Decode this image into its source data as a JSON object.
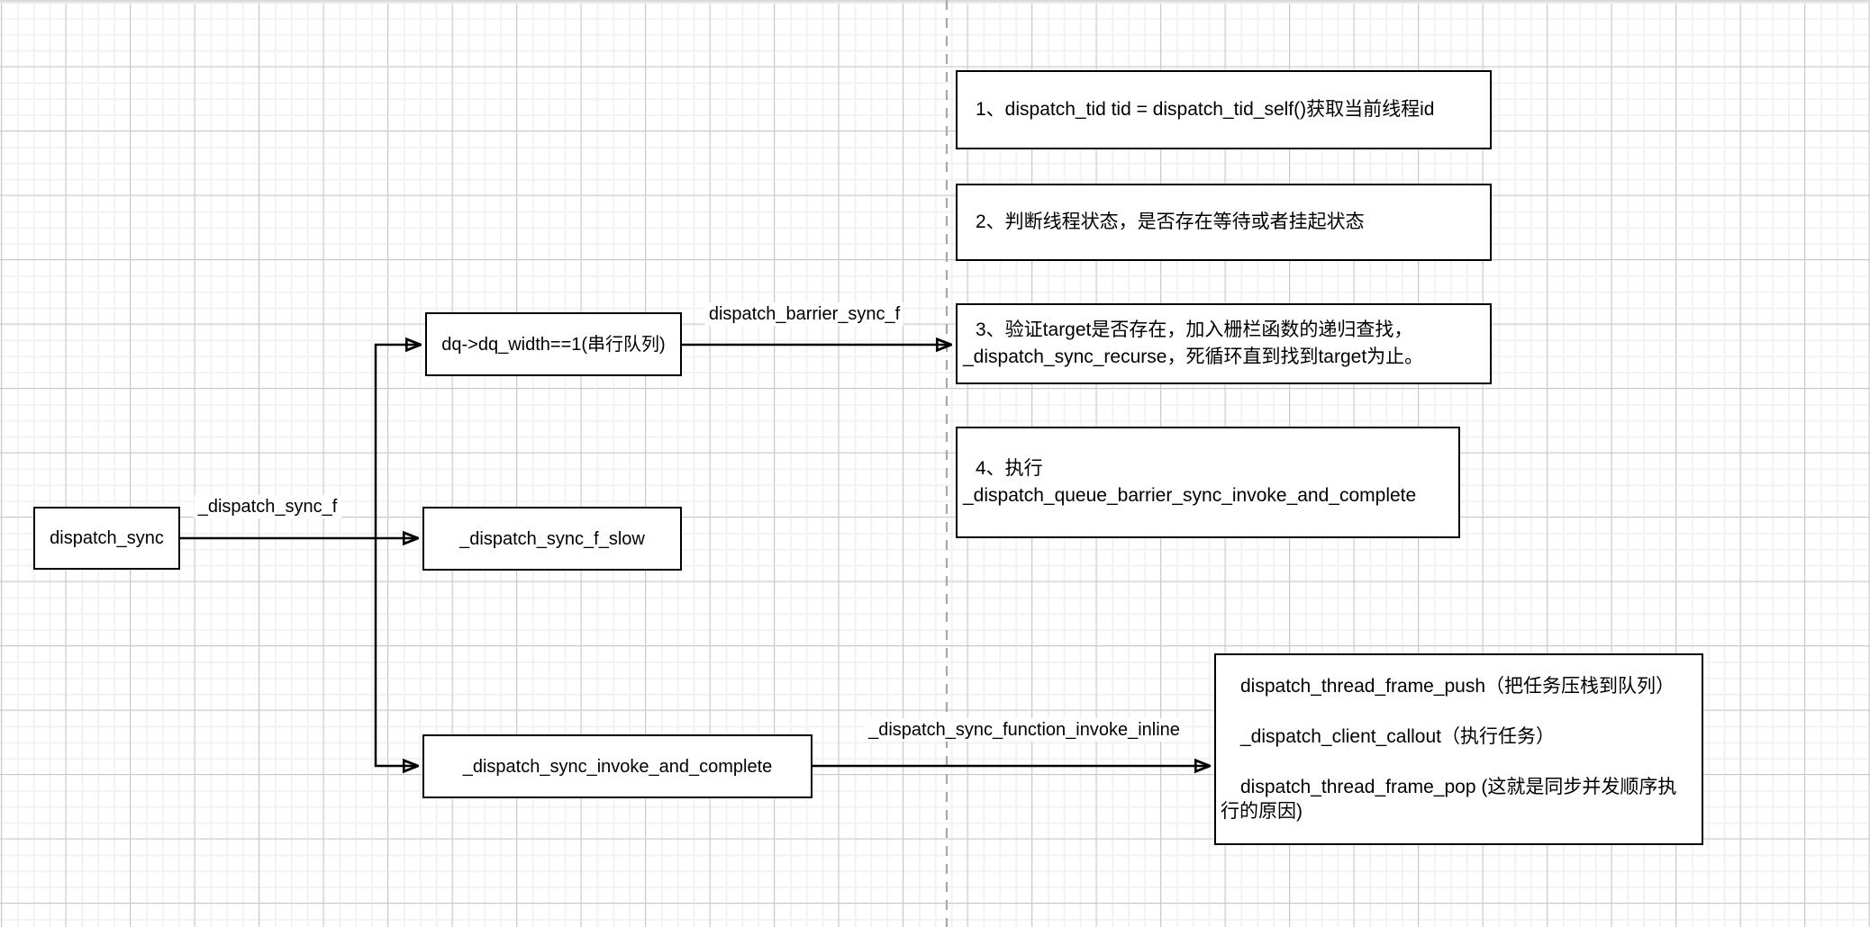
{
  "diagram": {
    "nodes": {
      "dispatch_sync": "dispatch_sync",
      "dq_width": "dq->dq_width==1(串行队列)",
      "sync_f_slow": "_dispatch_sync_f_slow",
      "invoke_and_complete": "_dispatch_sync_invoke_and_complete"
    },
    "edge_labels": {
      "sync_f": "_dispatch_sync_f",
      "barrier_sync_f": "dispatch_barrier_sync_f",
      "function_invoke_inline": "_dispatch_sync_function_invoke_inline"
    },
    "notes": {
      "note1": "1、dispatch_tid tid = dispatch_tid_self()获取当前线程id",
      "note2": "2、判断线程状态，是否存在等待或者挂起状态",
      "note3_line1": "3、验证target是否存在，加入栅栏函数的递归查找，",
      "note3_line2": "_dispatch_sync_recurse，死循环直到找到target为止。",
      "note4_line1": "4、执行",
      "note4_line2": "_dispatch_queue_barrier_sync_invoke_and_complete",
      "callout_item1": "dispatch_thread_frame_push（把任务压栈到队列）",
      "callout_item2": "_dispatch_client_callout（执行任务）",
      "callout_item3": "dispatch_thread_frame_pop (这就是同步并发顺序执行的原因)"
    },
    "colors": {
      "stroke": "#000000",
      "fill": "#ffffff",
      "grid_minor": "#f2f2f2",
      "grid_major": "#c9c9c9",
      "page_divider": "#a9a9a9"
    }
  }
}
